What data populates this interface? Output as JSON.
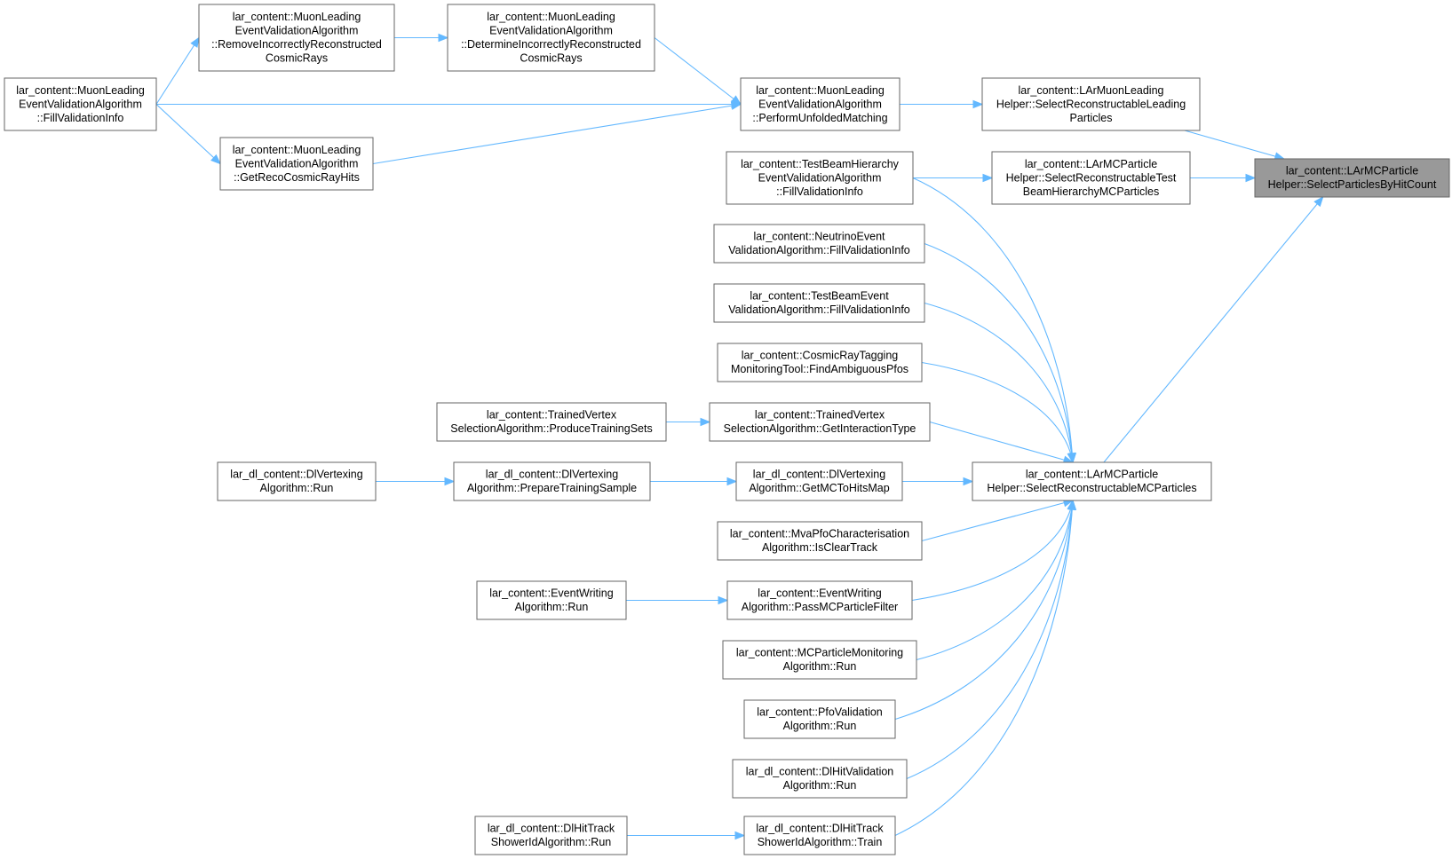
{
  "graph": {
    "root": "n_root",
    "nodes": [
      {
        "id": "n_root",
        "lines": [
          "lar_content::LArMCParticle",
          "Helper::SelectParticlesByHitCount"
        ],
        "is_root": true
      },
      {
        "id": "n_srlp",
        "lines": [
          "lar_content::LArMuonLeading",
          "Helper::SelectReconstructableLeading",
          "Particles"
        ]
      },
      {
        "id": "n_srtb",
        "lines": [
          "lar_content::LArMCParticle",
          "Helper::SelectReconstructableTest",
          "BeamHierarchyMCParticles"
        ]
      },
      {
        "id": "n_srmc",
        "lines": [
          "lar_content::LArMCParticle",
          "Helper::SelectReconstructableMCParticles"
        ]
      },
      {
        "id": "n_pum",
        "lines": [
          "lar_content::MuonLeading",
          "EventValidationAlgorithm",
          "::PerformUnfoldedMatching"
        ]
      },
      {
        "id": "n_dicr",
        "lines": [
          "lar_content::MuonLeading",
          "EventValidationAlgorithm",
          "::DetermineIncorrectlyReconstructed",
          "CosmicRays"
        ]
      },
      {
        "id": "n_ricr",
        "lines": [
          "lar_content::MuonLeading",
          "EventValidationAlgorithm",
          "::RemoveIncorrectlyReconstructed",
          "CosmicRays"
        ]
      },
      {
        "id": "n_mlfvi",
        "lines": [
          "lar_content::MuonLeading",
          "EventValidationAlgorithm",
          "::FillValidationInfo"
        ]
      },
      {
        "id": "n_grch",
        "lines": [
          "lar_content::MuonLeading",
          "EventValidationAlgorithm",
          "::GetRecoCosmicRayHits"
        ]
      },
      {
        "id": "n_tbh",
        "lines": [
          "lar_content::TestBeamHierarchy",
          "EventValidationAlgorithm",
          "::FillValidationInfo"
        ]
      },
      {
        "id": "n_nev",
        "lines": [
          "lar_content::NeutrinoEvent",
          "ValidationAlgorithm::FillValidationInfo"
        ]
      },
      {
        "id": "n_tbev",
        "lines": [
          "lar_content::TestBeamEvent",
          "ValidationAlgorithm::FillValidationInfo"
        ]
      },
      {
        "id": "n_crt",
        "lines": [
          "lar_content::CosmicRayTagging",
          "MonitoringTool::FindAmbiguousPfos"
        ]
      },
      {
        "id": "n_tvgit",
        "lines": [
          "lar_content::TrainedVertex",
          "SelectionAlgorithm::GetInteractionType"
        ]
      },
      {
        "id": "n_tvpts",
        "lines": [
          "lar_content::TrainedVertex",
          "SelectionAlgorithm::ProduceTrainingSets"
        ]
      },
      {
        "id": "n_dvgmc",
        "lines": [
          "lar_dl_content::DlVertexing",
          "Algorithm::GetMCToHitsMap"
        ]
      },
      {
        "id": "n_dvpts",
        "lines": [
          "lar_dl_content::DlVertexing",
          "Algorithm::PrepareTrainingSample"
        ]
      },
      {
        "id": "n_dvrun",
        "lines": [
          "lar_dl_content::DlVertexing",
          "Algorithm::Run"
        ]
      },
      {
        "id": "n_mva",
        "lines": [
          "lar_content::MvaPfoCharacterisation",
          "Algorithm::IsClearTrack"
        ]
      },
      {
        "id": "n_ewpf",
        "lines": [
          "lar_content::EventWriting",
          "Algorithm::PassMCParticleFilter"
        ]
      },
      {
        "id": "n_ewrun",
        "lines": [
          "lar_content::EventWriting",
          "Algorithm::Run"
        ]
      },
      {
        "id": "n_mcpm",
        "lines": [
          "lar_content::MCParticleMonitoring",
          "Algorithm::Run"
        ]
      },
      {
        "id": "n_pfov",
        "lines": [
          "lar_content::PfoValidation",
          "Algorithm::Run"
        ]
      },
      {
        "id": "n_dlhv",
        "lines": [
          "lar_dl_content::DlHitValidation",
          "Algorithm::Run"
        ]
      },
      {
        "id": "n_dlhtt",
        "lines": [
          "lar_dl_content::DlHitTrack",
          "ShowerIdAlgorithm::Train"
        ]
      },
      {
        "id": "n_dlhtr",
        "lines": [
          "lar_dl_content::DlHitTrack",
          "ShowerIdAlgorithm::Run"
        ]
      }
    ],
    "edges": [
      {
        "from": "n_srlp",
        "to": "n_root"
      },
      {
        "from": "n_srtb",
        "to": "n_root"
      },
      {
        "from": "n_srmc",
        "to": "n_root"
      },
      {
        "from": "n_pum",
        "to": "n_srlp"
      },
      {
        "from": "n_dicr",
        "to": "n_pum"
      },
      {
        "from": "n_ricr",
        "to": "n_dicr"
      },
      {
        "from": "n_mlfvi",
        "to": "n_ricr"
      },
      {
        "from": "n_mlfvi",
        "to": "n_pum"
      },
      {
        "from": "n_mlfvi",
        "to": "n_grch"
      },
      {
        "from": "n_grch",
        "to": "n_pum"
      },
      {
        "from": "n_tbh",
        "to": "n_srtb"
      },
      {
        "from": "n_tbh",
        "to": "n_srmc"
      },
      {
        "from": "n_nev",
        "to": "n_srmc"
      },
      {
        "from": "n_tbev",
        "to": "n_srmc"
      },
      {
        "from": "n_crt",
        "to": "n_srmc"
      },
      {
        "from": "n_tvgit",
        "to": "n_srmc"
      },
      {
        "from": "n_tvpts",
        "to": "n_tvgit"
      },
      {
        "from": "n_dvgmc",
        "to": "n_srmc"
      },
      {
        "from": "n_dvpts",
        "to": "n_dvgmc"
      },
      {
        "from": "n_dvrun",
        "to": "n_dvpts"
      },
      {
        "from": "n_mva",
        "to": "n_srmc"
      },
      {
        "from": "n_ewpf",
        "to": "n_srmc"
      },
      {
        "from": "n_ewrun",
        "to": "n_ewpf"
      },
      {
        "from": "n_mcpm",
        "to": "n_srmc"
      },
      {
        "from": "n_pfov",
        "to": "n_srmc"
      },
      {
        "from": "n_dlhv",
        "to": "n_srmc"
      },
      {
        "from": "n_dlhtt",
        "to": "n_srmc"
      },
      {
        "from": "n_dlhtr",
        "to": "n_dlhtt"
      }
    ]
  }
}
